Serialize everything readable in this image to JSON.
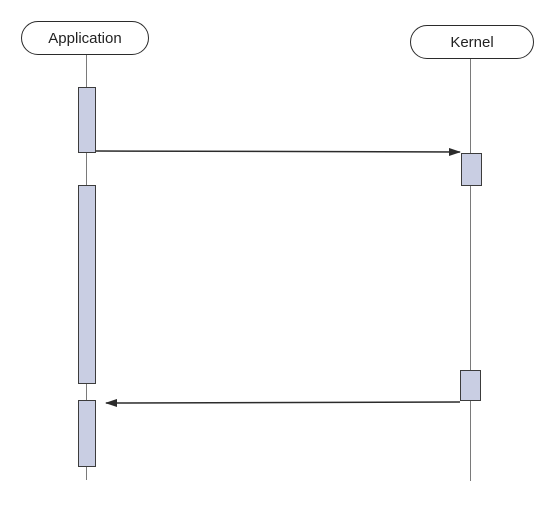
{
  "participants": {
    "application": {
      "label": "Application"
    },
    "kernel": {
      "label": "Kernel"
    }
  },
  "messages": [
    {
      "from": "application",
      "to": "kernel",
      "label": ""
    },
    {
      "from": "kernel",
      "to": "application",
      "label": ""
    }
  ],
  "colors": {
    "activation_fill": "#c9cee3",
    "activation_border": "#3c3c3c",
    "lifeline": "#7a7a7a",
    "arrow": "#2b2b2b",
    "background": "#ffffff"
  }
}
